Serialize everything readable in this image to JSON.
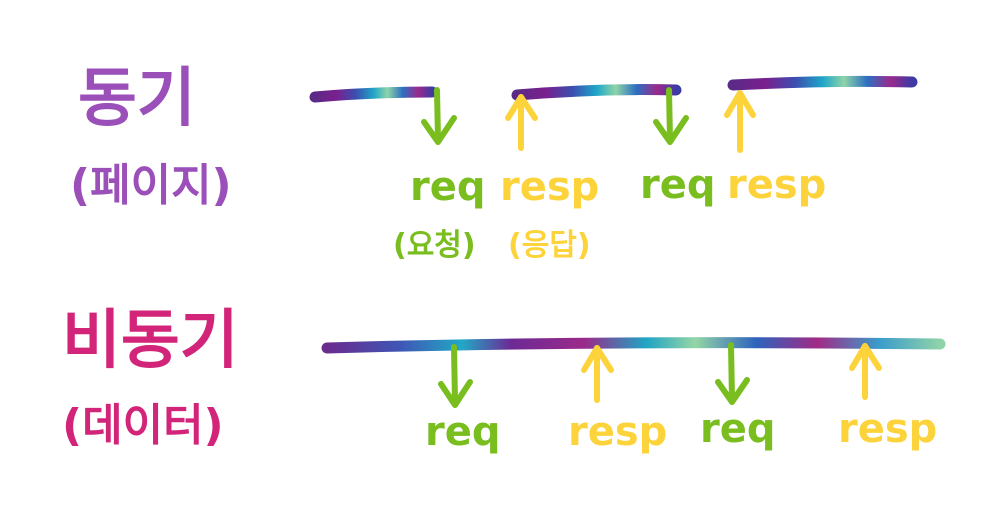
{
  "colors": {
    "sync": "#9b4fb8",
    "async": "#d2257a",
    "req": "#79bd1f",
    "resp": "#fdd33b"
  },
  "sync": {
    "title": "동기",
    "subtitle": "(페이지)",
    "labels": {
      "req1": "req",
      "resp1": "resp",
      "req2": "req",
      "resp2": "resp",
      "req_note": "(요청)",
      "resp_note": "(응답)"
    }
  },
  "async": {
    "title": "비동기",
    "subtitle": "(데이터)",
    "labels": {
      "req1": "req",
      "resp1": "resp",
      "req2": "req",
      "resp2": "resp"
    }
  }
}
